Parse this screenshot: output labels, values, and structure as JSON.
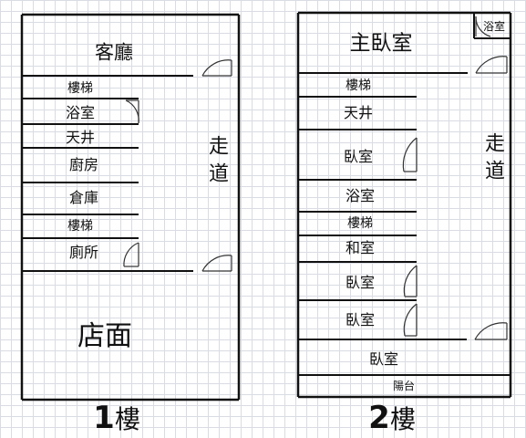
{
  "floor1": {
    "label_num": "1",
    "label_word": "樓",
    "corridor": "走道",
    "rooms": {
      "living": "客廳",
      "stairs_top": "樓梯",
      "bath": "浴室",
      "skylight": "天井",
      "kitchen": "廚房",
      "storage": "倉庫",
      "stairs_bottom": "樓梯",
      "toilet": "廁所",
      "shop": "店面"
    }
  },
  "floor2": {
    "label_num": "2",
    "label_word": "樓",
    "corridor": "走道",
    "rooms": {
      "master": "主臥室",
      "bath_corner": "浴室",
      "stairs_top": "樓梯",
      "skylight": "天井",
      "bedroom_a": "臥室",
      "bath": "浴室",
      "stairs_mid": "樓梯",
      "tatami": "和室",
      "bedroom_b": "臥室",
      "bedroom_c": "臥室",
      "bedroom_d": "臥室",
      "balcony": "陽台"
    }
  }
}
